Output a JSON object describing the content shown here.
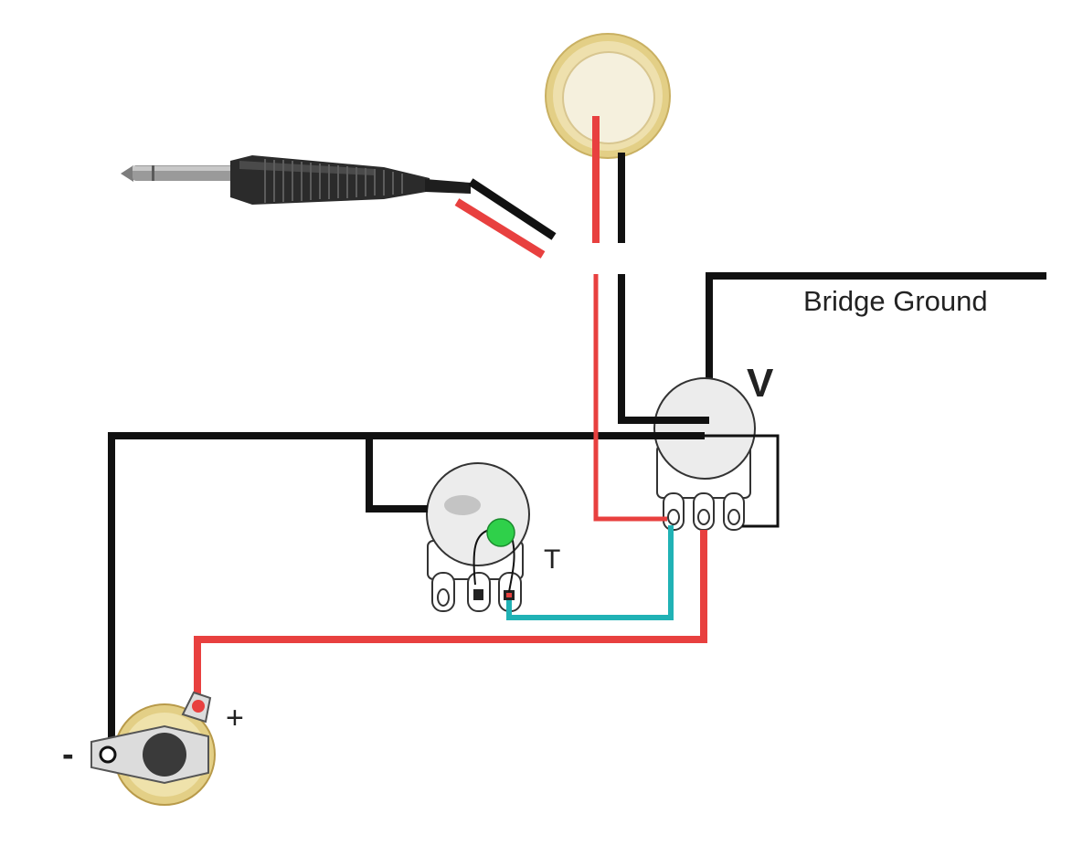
{
  "labels": {
    "bridge_ground": "Bridge Ground",
    "volume_pot": "V",
    "tone_pot": "T",
    "jack_plus": "+",
    "jack_minus": "-"
  },
  "colors": {
    "ground_wire": "#111111",
    "hot_wire": "#e8403f",
    "tone_wire": "#20b2b5",
    "pot_body": "#ececec",
    "piezo_brass": "#e3cf86",
    "capacitor": "#2fd04a"
  },
  "components": [
    {
      "name": "1/4 inch plug",
      "icon": "audio-plug-icon"
    },
    {
      "name": "piezo disc",
      "icon": "piezo-disc-icon"
    },
    {
      "name": "volume potentiometer",
      "icon": "potentiometer-icon"
    },
    {
      "name": "tone potentiometer",
      "icon": "potentiometer-icon"
    },
    {
      "name": "tone capacitor",
      "icon": "capacitor-icon"
    },
    {
      "name": "output jack",
      "icon": "output-jack-icon"
    }
  ]
}
